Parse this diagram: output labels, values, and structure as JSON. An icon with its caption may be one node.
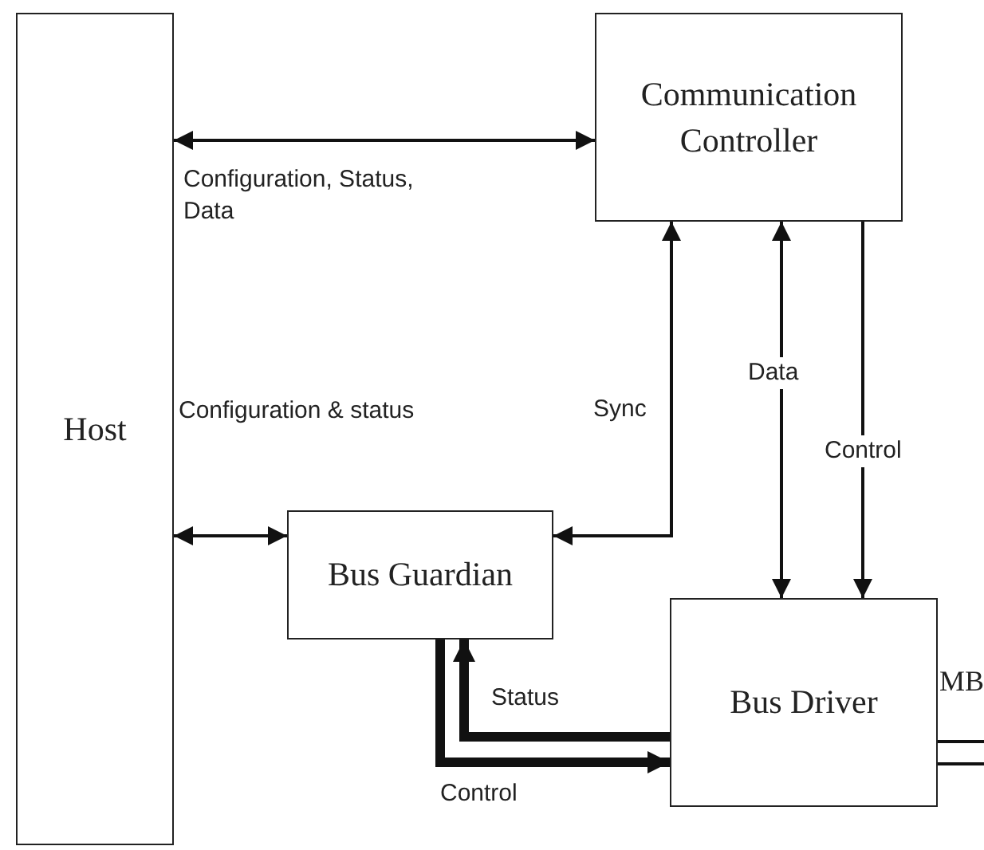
{
  "diagram": {
    "nodes": [
      {
        "text": [
          "Host"
        ]
      },
      {
        "text": [
          "Communication Controller"
        ]
      },
      {
        "text": [
          "Bus Guardian"
        ]
      },
      {
        "text": [
          "Bus Driver"
        ]
      }
    ],
    "edges": [
      {
        "from": 0,
        "to": 1,
        "arrow": "both",
        "label": "Configuration, Status, Data"
      },
      {
        "from": 0,
        "to": 2,
        "arrow": "both",
        "label": "Configuration & status"
      },
      {
        "from": 1,
        "to": 2,
        "arrow": "both",
        "label": "Sync"
      },
      {
        "from": 1,
        "to": 3,
        "arrow": "both",
        "label": "Data"
      },
      {
        "from": 1,
        "to": 3,
        "arrow": "to",
        "label": "Control"
      },
      {
        "from": 3,
        "to": 2,
        "arrow": "to",
        "label": "Status",
        "style": "thick"
      },
      {
        "from": 2,
        "to": 3,
        "arrow": "to",
        "label": "Control",
        "style": "thick"
      },
      {
        "from": 3,
        "to": null,
        "arrow": "none"
      },
      {
        "from": 3,
        "to": null,
        "arrow": "none"
      }
    ],
    "labels": [
      "MB"
    ]
  }
}
